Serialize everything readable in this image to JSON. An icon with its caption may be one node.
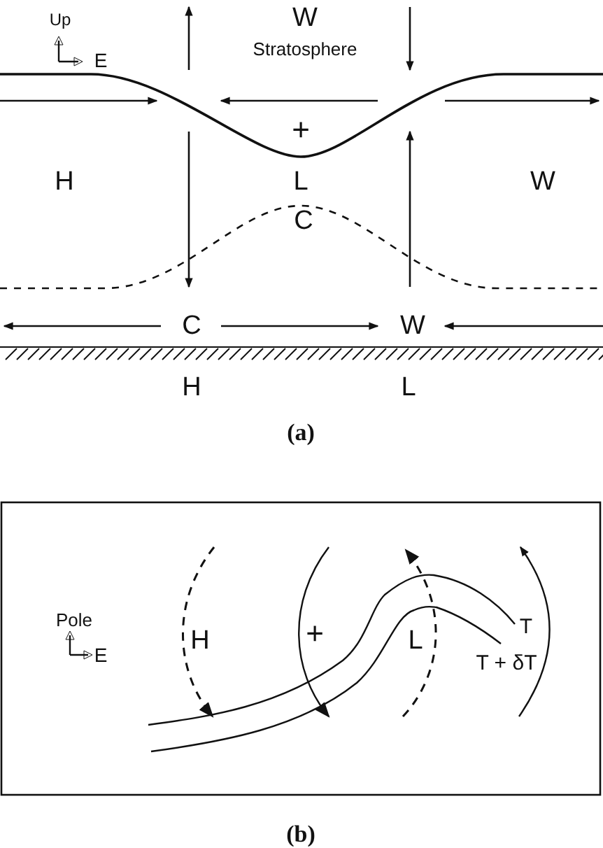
{
  "diagram": {
    "labels": [
      "Up",
      "E",
      "W",
      "Stratosphere",
      "+",
      "H",
      "L",
      "W",
      "C",
      "C",
      "W",
      "H",
      "L",
      "(a)",
      "Pole",
      "E",
      "H",
      "+",
      "L",
      "T",
      "T + δT",
      "(b)"
    ]
  }
}
